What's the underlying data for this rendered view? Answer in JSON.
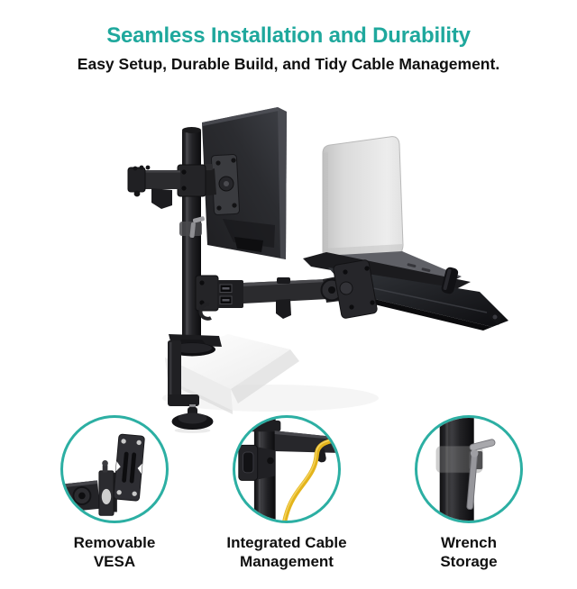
{
  "header": {
    "title": "Seamless Installation and Durability",
    "subtitle": "Easy Setup, Durable Build, and Tidy Cable Management."
  },
  "hero": {
    "illustration": "pole-mounted-monitor-arm-and-laptop-tray-clamped-to-desk",
    "parts": [
      "monitor-back",
      "mount-pole",
      "articulating-arm",
      "laptop-on-tray",
      "desk-c-clamp",
      "vesa-bracket",
      "usb-module",
      "wrench-clip"
    ]
  },
  "features": [
    {
      "id": "removable-vesa",
      "icon": "vesa-plate-icon",
      "line1": "Removable",
      "line2": "VESA"
    },
    {
      "id": "integrated-cable-management",
      "icon": "cable-management-icon",
      "line1": "Integrated Cable",
      "line2": "Management"
    },
    {
      "id": "wrench-storage",
      "icon": "wrench-storage-icon",
      "line1": "Wrench",
      "line2": "Storage"
    }
  ],
  "colors": {
    "accent_teal": "#1FA89D",
    "circle_border_teal": "#2CAFA3",
    "text_dark": "#101010",
    "cable_yellow": "#E3B41C",
    "product_black": "#232327",
    "laptop_silver": "#DDDDDD",
    "desk_white": "#F7F7F7"
  }
}
